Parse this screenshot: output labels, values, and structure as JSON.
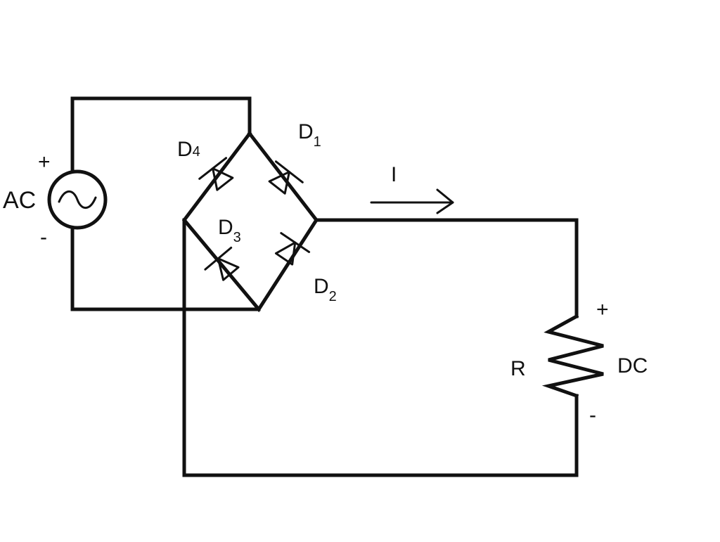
{
  "labels": {
    "ac": "AC",
    "ac_plus": "+",
    "ac_minus": "-",
    "d1_main": "D",
    "d1_sub": "1",
    "d2_main": "D",
    "d2_sub": "2",
    "d3_main": "D",
    "d3_sub": "3",
    "d4_main": "D",
    "d4_sub": "4",
    "current": "I",
    "resistor": "R",
    "dc": "DC",
    "dc_plus": "+",
    "dc_minus": "-"
  },
  "colors": {
    "line": "#111111",
    "background": "#ffffff"
  },
  "icons": {
    "source": "ac-source-icon",
    "diode": "diode-icon",
    "resistor": "resistor-icon",
    "arrow": "arrow-icon"
  }
}
